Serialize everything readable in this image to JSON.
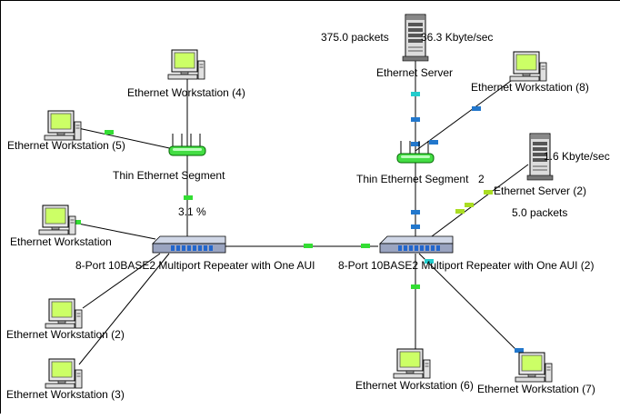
{
  "workstations": {
    "ws1": "Ethernet Workstation",
    "ws2": "Ethernet Workstation (2)",
    "ws3": "Ethernet Workstation (3)",
    "ws4": "Ethernet Workstation (4)",
    "ws5": "Ethernet Workstation (5)",
    "ws6": "Ethernet Workstation (6)",
    "ws7": "Ethernet Workstation (7)",
    "ws8": "Ethernet Workstation (8)"
  },
  "servers": {
    "s1": "Ethernet Server",
    "s2": "Ethernet Server (2)"
  },
  "segments": {
    "seg1": "Thin Ethernet Segment",
    "seg2": "Thin Ethernet Segment",
    "seg2_suffix": "2"
  },
  "repeaters": {
    "r1": "8-Port 10BASE2 Multiport Repeater with One AUI",
    "r2": "8-Port 10BASE2 Multiport Repeater with One AUI (2)"
  },
  "stats": {
    "server1_packets": "375.0 packets",
    "server1_rate": "36.3 Kbyte/sec",
    "server2_rate": "1.6 Kbyte/sec",
    "server2_packets": "5.0 packets",
    "segment1_util": "3.1 %"
  },
  "colors": {
    "link": "#000000",
    "packet_green": "#33dd33",
    "packet_blue": "#2277cc",
    "packet_cyan": "#22cccc",
    "packet_lime": "#aadd22",
    "monitor_screen": "#ccff66"
  }
}
